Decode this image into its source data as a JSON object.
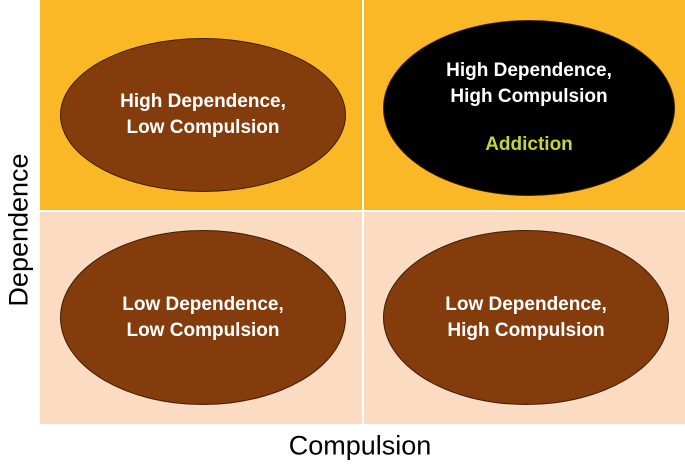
{
  "colors": {
    "high_dependence_bg": "#fbb826",
    "low_dependence_bg": "#fbdcc3",
    "ellipse_brown": "#843c0c",
    "ellipse_black": "#000000",
    "addiction_text": "#c6d33a",
    "label_text": "#ffffff"
  },
  "axes": {
    "y_label": "Dependence",
    "x_label": "Compulsion"
  },
  "quadrants": {
    "top_left": {
      "line1": "High Dependence,",
      "line2": "Low Compulsion"
    },
    "top_right": {
      "line1": "High Dependence,",
      "line2": "High Compulsion",
      "tag": "Addiction"
    },
    "bottom_left": {
      "line1": "Low Dependence,",
      "line2": "Low Compulsion"
    },
    "bottom_right": {
      "line1": "Low Dependence,",
      "line2": "High Compulsion"
    }
  }
}
